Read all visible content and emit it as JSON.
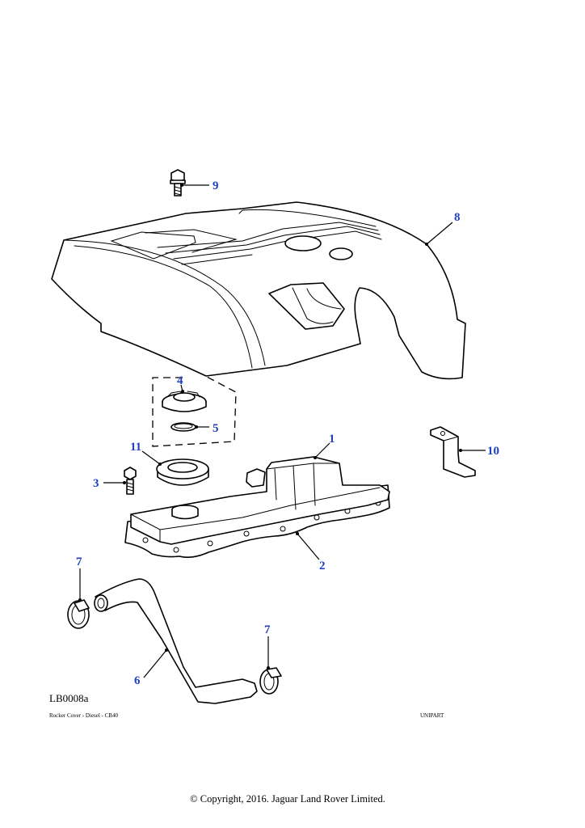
{
  "callouts": {
    "c1": "1",
    "c2": "2",
    "c3": "3",
    "c4": "4",
    "c5": "5",
    "c6": "6",
    "c7a": "7",
    "c7b": "7",
    "c8": "8",
    "c9": "9",
    "c10": "10",
    "c11": "11"
  },
  "footer": {
    "drawing_code": "LB0008a",
    "caption": "Rocker Cover - Diesel - CB40",
    "supplier": "UNIPART",
    "copyright": "© Copyright, 2016. Jaguar Land Rover Limited."
  },
  "colors": {
    "callout": "#1f3fc4",
    "line": "#000000",
    "background": "#ffffff"
  }
}
